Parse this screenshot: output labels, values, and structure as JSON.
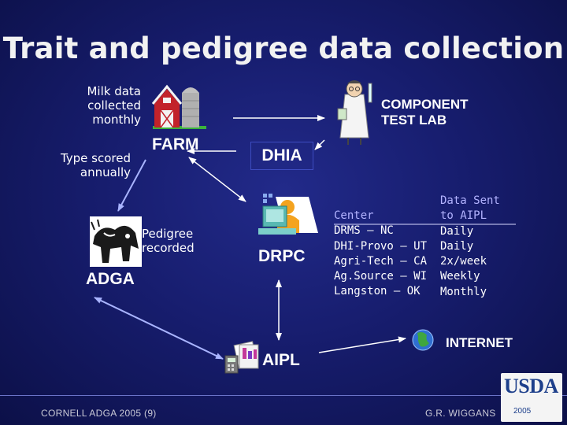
{
  "slide": {
    "title": "Trait and pedigree data collection",
    "notes": {
      "milk": [
        "Milk data",
        "collected",
        "monthly"
      ],
      "type": [
        "Type scored",
        "annually"
      ],
      "pedigree": [
        "Pedigree",
        "recorded"
      ]
    },
    "nodes": {
      "farm": "FARM",
      "lab": [
        "COMPONENT",
        "TEST LAB"
      ],
      "dhia": "DHIA",
      "drpc": "DRPC",
      "adga": "ADGA",
      "aipl": "AIPL",
      "internet": "INTERNET"
    },
    "table": {
      "col1_header": "Center",
      "col2_header": [
        "Data Sent",
        "to AIPL"
      ],
      "rows": [
        {
          "center": "DRMS – NC",
          "freq": "Daily"
        },
        {
          "center": "DHI-Provo – UT",
          "freq": "Daily"
        },
        {
          "center": "Agri-Tech – CA",
          "freq": "2x/week"
        },
        {
          "center": "Ag.Source – WI",
          "freq": "Weekly"
        },
        {
          "center": "Langston – OK",
          "freq": "Monthly"
        }
      ]
    },
    "footer": {
      "left": "CORNELL ADGA 2005 (9)",
      "right": "G.R. WIGGANS"
    },
    "logo": {
      "text": "USDA",
      "year": "2005"
    },
    "colors": {
      "background": "#171d6e",
      "header_text": "#b3b3ff",
      "arrow": "#ffffff",
      "arrow_light": "#a9b4ff",
      "box_border": "#3d4cc0"
    },
    "icons": [
      "barn-icon",
      "scientist-icon",
      "computer-user-icon",
      "goats-icon",
      "globe-icon",
      "documents-icon"
    ]
  }
}
